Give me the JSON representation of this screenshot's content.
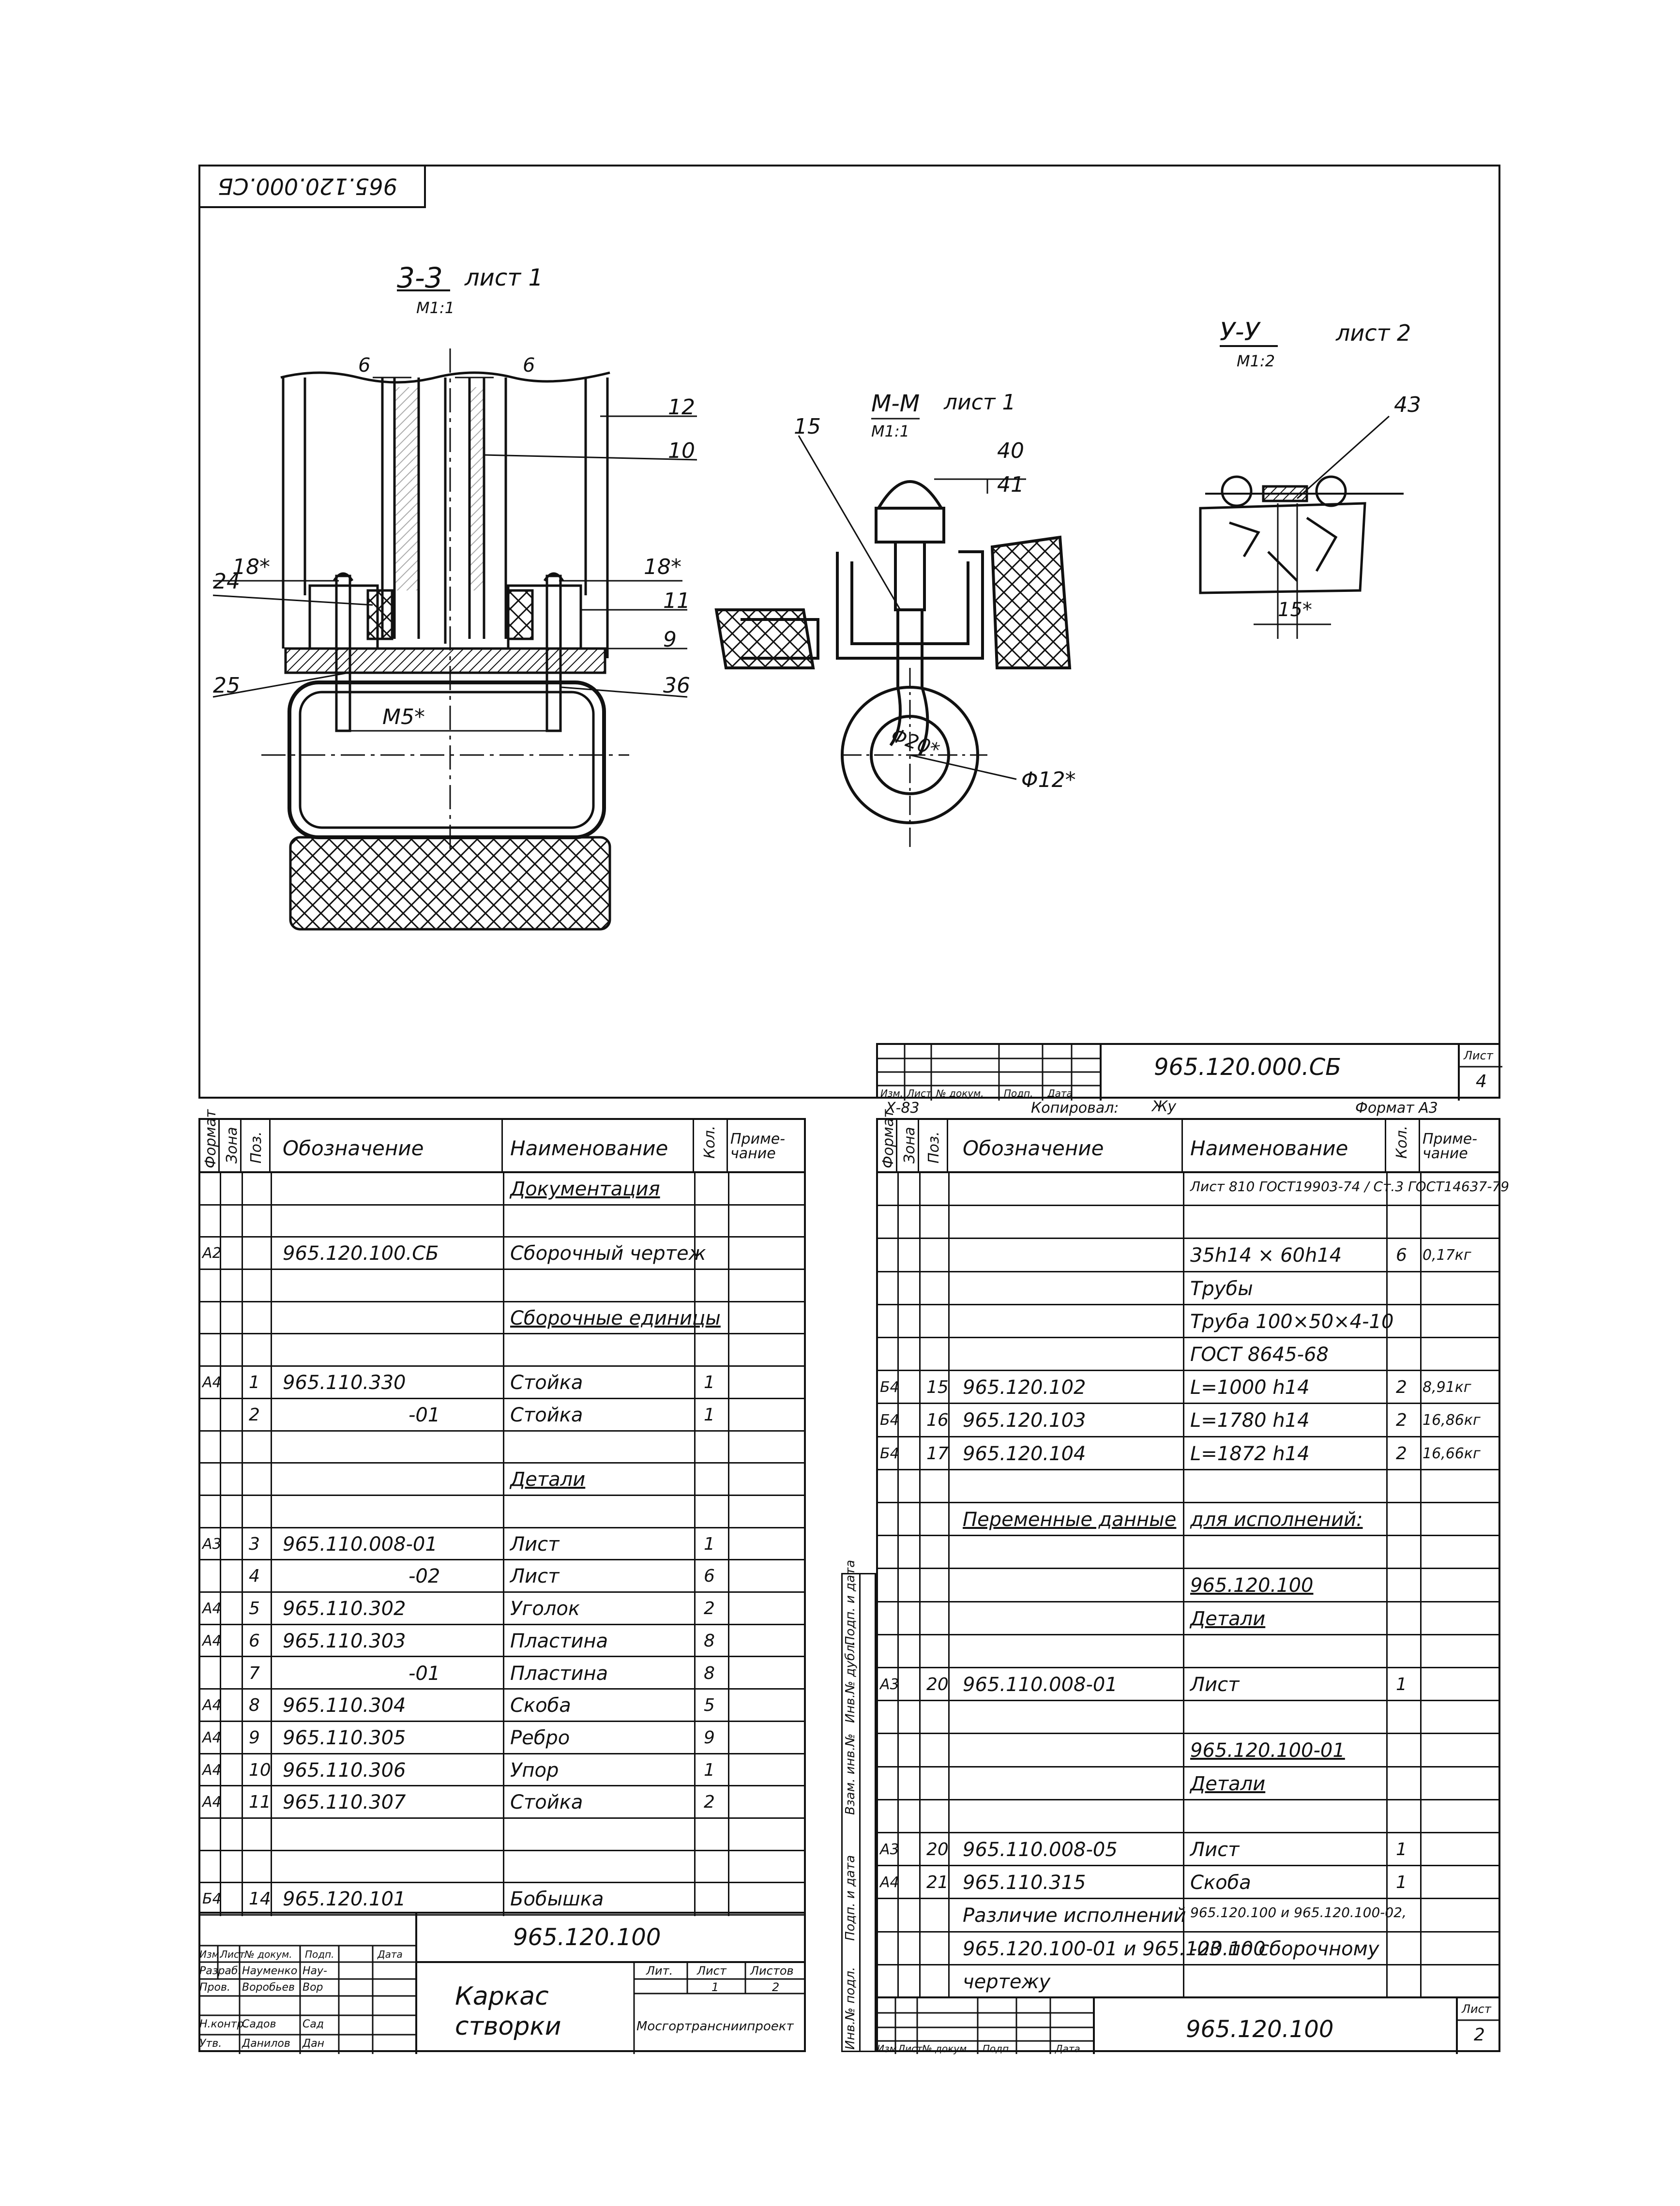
{
  "drawing": {
    "stamp_rotated": "965.120.000.СБ",
    "section_3_3": {
      "title": "3-3",
      "sheet": "лист 1",
      "scale": "М1:1"
    },
    "section_m_m": {
      "title": "М-М",
      "sheet": "лист 1",
      "scale": "М1:1"
    },
    "section_u_u": {
      "title": "У-У",
      "sheet": "лист 2",
      "scale": "М1:2"
    },
    "dims": {
      "d6a": "6",
      "d6b": "6",
      "d18a": "18*",
      "d18b": "18*",
      "m5": "М5*",
      "d15": "15*",
      "phi20": "Φ20*",
      "phi12": "Φ12*"
    },
    "callouts": {
      "c12": "12",
      "c10": "10",
      "c24": "24",
      "c11": "11",
      "c9": "9",
      "c25": "25",
      "c36": "36",
      "c15": "15",
      "c40": "40",
      "c41": "41",
      "c43": "43"
    }
  },
  "top_title_block": {
    "designation": "965.120.000.СБ",
    "sheet_label": "Лист",
    "sheet_no": "4",
    "headers": [
      "Изм.",
      "Лист",
      "№ докум.",
      "Подп.",
      "Дата"
    ],
    "copied_label": "Копировал:",
    "copied_sign": "Жу",
    "code": "Х-83",
    "format": "Формат А3"
  },
  "left_spec": {
    "headers": {
      "format": "Формат",
      "zone": "Зона",
      "pos": "Поз.",
      "designation": "Обозначение",
      "name": "Наименование",
      "qty": "Кол.",
      "note": "Приме-чание"
    },
    "rows": [
      {
        "format": "",
        "pos": "",
        "designation": "",
        "name": "Документация",
        "qty": "",
        "ul": true
      },
      {
        "format": "",
        "pos": "",
        "designation": "",
        "name": "",
        "qty": ""
      },
      {
        "format": "А2",
        "pos": "",
        "designation": "965.120.100.СБ",
        "name": "Сборочный чертеж",
        "qty": ""
      },
      {
        "format": "",
        "pos": "",
        "designation": "",
        "name": "",
        "qty": ""
      },
      {
        "format": "",
        "pos": "",
        "designation": "",
        "name": "Сборочные единицы",
        "qty": "",
        "ul": true
      },
      {
        "format": "",
        "pos": "",
        "designation": "",
        "name": "",
        "qty": ""
      },
      {
        "format": "А4",
        "pos": "1",
        "designation": "965.110.330",
        "name": "Стойка",
        "qty": "1"
      },
      {
        "format": "",
        "pos": "2",
        "designation": "-01",
        "name": "Стойка",
        "qty": "1",
        "indent": true
      },
      {
        "format": "",
        "pos": "",
        "designation": "",
        "name": "",
        "qty": ""
      },
      {
        "format": "",
        "pos": "",
        "designation": "",
        "name": "Детали",
        "qty": "",
        "ul": true
      },
      {
        "format": "",
        "pos": "",
        "designation": "",
        "name": "",
        "qty": ""
      },
      {
        "format": "А3",
        "pos": "3",
        "designation": "965.110.008-01",
        "name": "Лист",
        "qty": "1"
      },
      {
        "format": "",
        "pos": "4",
        "designation": "-02",
        "name": "Лист",
        "qty": "6",
        "indent": true
      },
      {
        "format": "А4",
        "pos": "5",
        "designation": "965.110.302",
        "name": "Уголок",
        "qty": "2"
      },
      {
        "format": "А4",
        "pos": "6",
        "designation": "965.110.303",
        "name": "Пластина",
        "qty": "8"
      },
      {
        "format": "",
        "pos": "7",
        "designation": "-01",
        "name": "Пластина",
        "qty": "8",
        "indent": true
      },
      {
        "format": "А4",
        "pos": "8",
        "designation": "965.110.304",
        "name": "Скоба",
        "qty": "5"
      },
      {
        "format": "А4",
        "pos": "9",
        "designation": "965.110.305",
        "name": "Ребро",
        "qty": "9"
      },
      {
        "format": "А4",
        "pos": "10",
        "designation": "965.110.306",
        "name": "Упор",
        "qty": "1"
      },
      {
        "format": "А4",
        "pos": "11",
        "designation": "965.110.307",
        "name": "Стойка",
        "qty": "2"
      },
      {
        "format": "",
        "pos": "",
        "designation": "",
        "name": "",
        "qty": ""
      },
      {
        "format": "",
        "pos": "",
        "designation": "",
        "name": "",
        "qty": ""
      },
      {
        "format": "Б4",
        "pos": "14",
        "designation": "965.120.101",
        "name": "Бобышка",
        "qty": ""
      }
    ],
    "title_block": {
      "designation": "965.120.100",
      "title": "Каркас створки",
      "headers": [
        "Изм.",
        "Лист",
        "№ докум.",
        "Подп.",
        "Дата"
      ],
      "people": [
        {
          "role": "Разраб.",
          "name": "Науменко",
          "sign": "Нау-"
        },
        {
          "role": "Пров.",
          "name": "Воробьев",
          "sign": "Вор"
        },
        {
          "role": "Н.контр.",
          "name": "Садов",
          "sign": "Сад"
        },
        {
          "role": "Утв.",
          "name": "Данилов",
          "sign": "Дан"
        }
      ],
      "lit": "Лит.",
      "list": "Лист",
      "listov": "Листов",
      "list_val": "1",
      "listov_val": "2",
      "org": "Мосгортрансниипроект"
    }
  },
  "right_spec": {
    "headers": {
      "format": "Формат",
      "zone": "Зона",
      "pos": "Поз.",
      "designation": "Обозначение",
      "name": "Наименование",
      "qty": "Кол.",
      "note": "Приме-чание"
    },
    "rows": [
      {
        "format": "",
        "pos": "",
        "designation": "",
        "name": "Лист 810 ГОСТ19903-74 / Ст.3 ГОСТ14637-79",
        "qty": "",
        "note": ""
      },
      {
        "format": "",
        "pos": "",
        "designation": "",
        "name": "",
        "qty": "",
        "note": ""
      },
      {
        "format": "",
        "pos": "",
        "designation": "",
        "name": "35h14 × 60h14",
        "qty": "6",
        "note": "0,17кг"
      },
      {
        "format": "",
        "pos": "",
        "designation": "",
        "name": "Трубы",
        "qty": "",
        "note": ""
      },
      {
        "format": "",
        "pos": "",
        "designation": "",
        "name": "Труба 100×50×4-10",
        "qty": "",
        "note": ""
      },
      {
        "format": "",
        "pos": "",
        "designation": "",
        "name": "ГОСТ 8645-68",
        "qty": "",
        "note": ""
      },
      {
        "format": "Б4",
        "pos": "15",
        "designation": "965.120.102",
        "name": "L=1000 h14",
        "qty": "2",
        "note": "8,91кг"
      },
      {
        "format": "Б4",
        "pos": "16",
        "designation": "965.120.103",
        "name": "L=1780 h14",
        "qty": "2",
        "note": "16,86кг"
      },
      {
        "format": "Б4",
        "pos": "17",
        "designation": "965.120.104",
        "name": "L=1872 h14",
        "qty": "2",
        "note": "16,66кг"
      },
      {
        "format": "",
        "pos": "",
        "designation": "",
        "name": "",
        "qty": "",
        "note": ""
      },
      {
        "format": "",
        "pos": "",
        "designation": "Переменные данные",
        "name": "для исполнений:",
        "qty": "",
        "note": "",
        "ul": true
      },
      {
        "format": "",
        "pos": "",
        "designation": "",
        "name": "",
        "qty": "",
        "note": ""
      },
      {
        "format": "",
        "pos": "",
        "designation": "",
        "name": "965.120.100",
        "qty": "",
        "note": "",
        "ul": true
      },
      {
        "format": "",
        "pos": "",
        "designation": "",
        "name": "Детали",
        "qty": "",
        "note": "",
        "ul": true
      },
      {
        "format": "",
        "pos": "",
        "designation": "",
        "name": "",
        "qty": "",
        "note": ""
      },
      {
        "format": "А3",
        "pos": "20",
        "designation": "965.110.008-01",
        "name": "Лист",
        "qty": "1",
        "note": ""
      },
      {
        "format": "",
        "pos": "",
        "designation": "",
        "name": "",
        "qty": "",
        "note": ""
      },
      {
        "format": "",
        "pos": "",
        "designation": "",
        "name": "965.120.100-01",
        "qty": "",
        "note": "",
        "ul": true
      },
      {
        "format": "",
        "pos": "",
        "designation": "",
        "name": "Детали",
        "qty": "",
        "note": "",
        "ul": true
      },
      {
        "format": "",
        "pos": "",
        "designation": "",
        "name": "",
        "qty": "",
        "note": ""
      },
      {
        "format": "А3",
        "pos": "20",
        "designation": "965.110.008-05",
        "name": "Лист",
        "qty": "1",
        "note": ""
      },
      {
        "format": "А4",
        "pos": "21",
        "designation": "965.110.315",
        "name": "Скоба",
        "qty": "1",
        "note": ""
      },
      {
        "format": "",
        "pos": "",
        "designation": "Различие исполнений",
        "name": "965.120.100 и 965.120.100-02,",
        "qty": "",
        "note": "",
        "span": true
      },
      {
        "format": "",
        "pos": "",
        "designation": "965.120.100-01 и 965.120.100",
        "name": "-03 по сборочному",
        "qty": "",
        "note": "",
        "span": true
      },
      {
        "format": "",
        "pos": "",
        "designation": "чертежу",
        "name": "",
        "qty": "",
        "note": ""
      }
    ],
    "side_labels": [
      "Инв.№ подл.",
      "Подп. и дата",
      "Взам. инв.№",
      "Инв.№ дубл.",
      "Подп. и дата"
    ],
    "bottom_block": {
      "designation": "965.120.100",
      "sheet_label": "Лист",
      "sheet_no": "2",
      "headers": [
        "Изм.",
        "Лист",
        "№ докум.",
        "Подп.",
        "Дата"
      ]
    }
  }
}
